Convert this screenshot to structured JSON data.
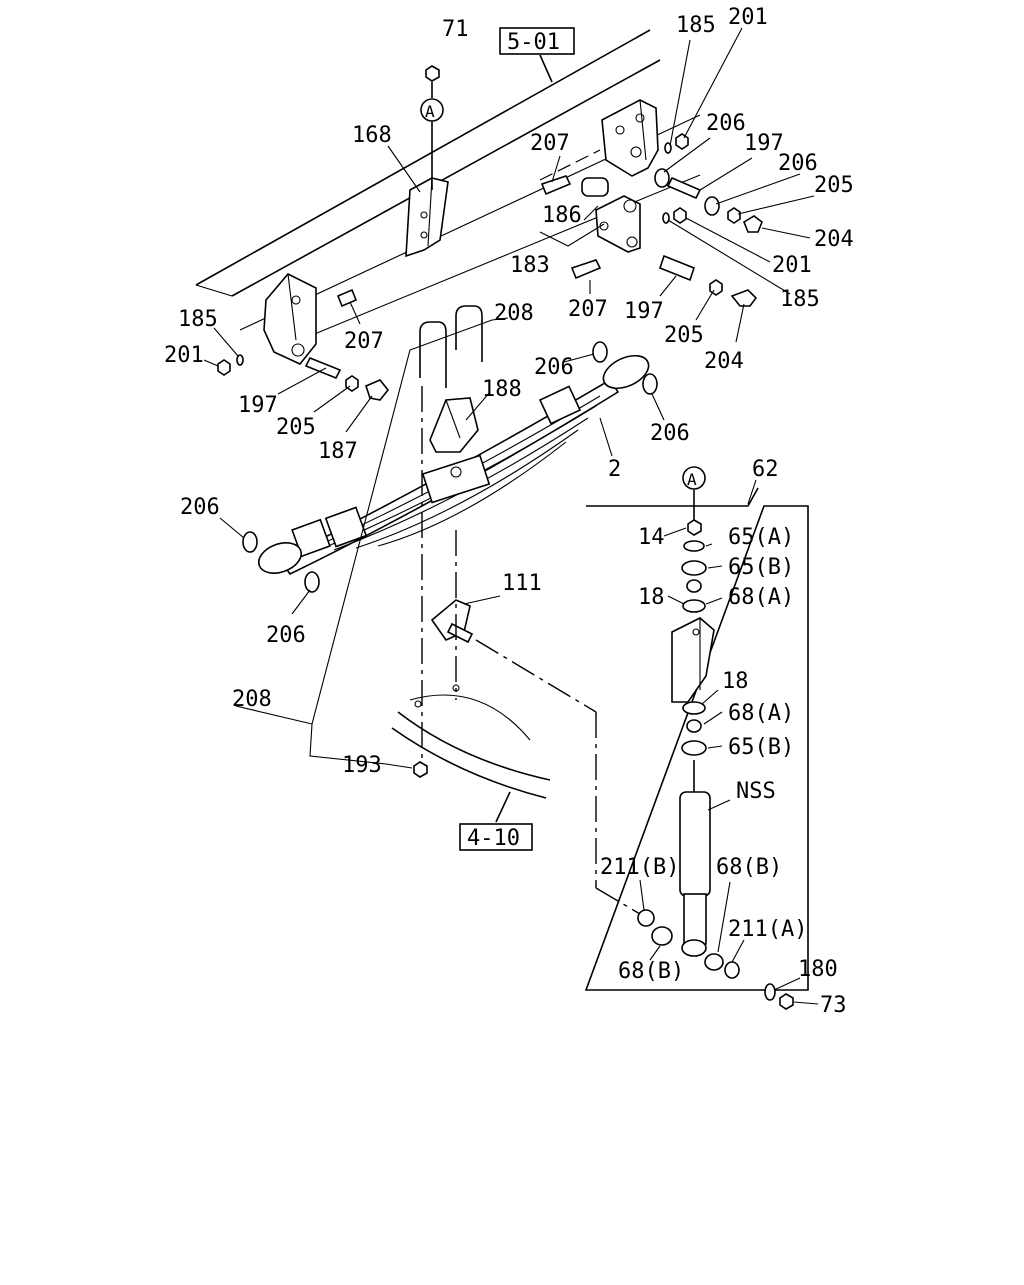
{
  "diagram": {
    "ref_boxes": {
      "frame": "5-01",
      "axle": "4-10"
    },
    "circle_markers": [
      "A",
      "A"
    ],
    "labels": {
      "l71": "71",
      "l168": "168",
      "l185_top": "185",
      "l201_top": "201",
      "l207_a": "207",
      "l206_a": "206",
      "l197_a": "197",
      "l206_b": "206",
      "l205_a": "205",
      "l204_a": "204",
      "l186": "186",
      "l183": "183",
      "l201_b": "201",
      "l185_b": "185",
      "l207_b": "207",
      "l197_b": "197",
      "l205_b": "205",
      "l204_b": "204",
      "l185_left": "185",
      "l201_left": "201",
      "l207_left": "207",
      "l208_top": "208",
      "l197_left": "197",
      "l205_left": "205",
      "l187": "187",
      "l188": "188",
      "l206_c": "206",
      "l206_d": "206",
      "l2": "2",
      "l206_e": "206",
      "l206_f": "206",
      "l62": "62",
      "l14": "14",
      "l65a_1": "65(A)",
      "l65b_1": "65(B)",
      "l18_1": "18",
      "l68a_1": "68(A)",
      "l111": "111",
      "l18_2": "18",
      "l68a_2": "68(A)",
      "l65b_2": "65(B)",
      "l208_left": "208",
      "l193": "193",
      "lNSS": "NSS",
      "l211b": "211(B)",
      "l68b_1": "68(B)",
      "l211a": "211(A)",
      "l68b_2": "68(B)",
      "l180": "180",
      "l73": "73"
    }
  }
}
